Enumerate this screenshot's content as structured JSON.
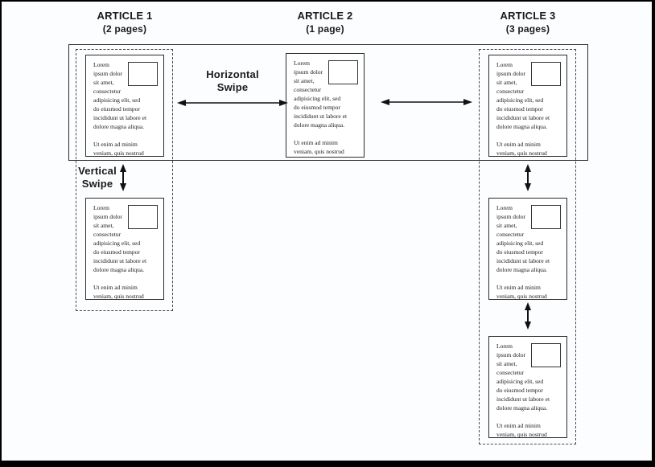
{
  "articles": [
    {
      "title": "ARTICLE 1",
      "subtitle": "(2 pages)",
      "pages": 2
    },
    {
      "title": "ARTICLE 2",
      "subtitle": "(1 page)",
      "pages": 1
    },
    {
      "title": "ARTICLE 3",
      "subtitle": "(3 pages)",
      "pages": 3
    }
  ],
  "labels": {
    "horizontal_swipe": "Horizontal\nSwipe",
    "vertical_swipe": "Vertical\nSwipe"
  },
  "page": {
    "text": "Lorem\nipsum dolor\nsit amet,\nconsectetur\nadipisicing elit, sed\ndo eiusmod tempor\nincididunt ut labore et\ndolore magna aliqua.\n\nUt enim ad minim\nveniam, quis nostrud",
    "image_placeholder_icon": "empty-square"
  },
  "colors": {
    "ink": "#1a1a1a",
    "line": "#2b2b2b",
    "dash": "#4a4a4a",
    "bg": "#fcfdfe",
    "frame": "#000000"
  }
}
